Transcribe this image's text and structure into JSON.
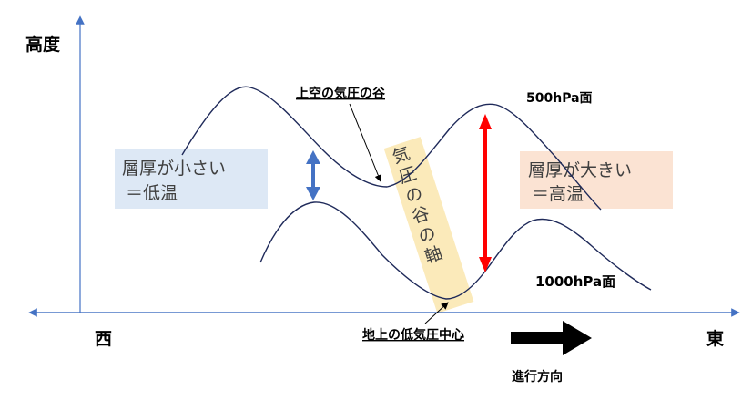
{
  "labels": {
    "height_axis": "高度",
    "west": "西",
    "east": "東",
    "upper_trough": "上空の気圧の谷",
    "level_500": "500hPa面",
    "level_1000": "1000hPa面",
    "surface_low": "地上の低気圧中心",
    "direction": "進行方向",
    "trough_axis": "気圧の谷の軸"
  },
  "boxes": {
    "thin": {
      "line1": "層厚が小さい",
      "line2": "＝低温"
    },
    "thick": {
      "line1": "層厚が大きい",
      "line2": "＝高温"
    }
  },
  "colors": {
    "axis": "#4472c4",
    "curve": "#1f2a5a",
    "thin_box": "#dde8f5",
    "thick_box": "#fbe3d3",
    "trough_band": "#fbeaba",
    "blue_arrow": "#4472c4",
    "red_arrow": "#ff0000"
  }
}
